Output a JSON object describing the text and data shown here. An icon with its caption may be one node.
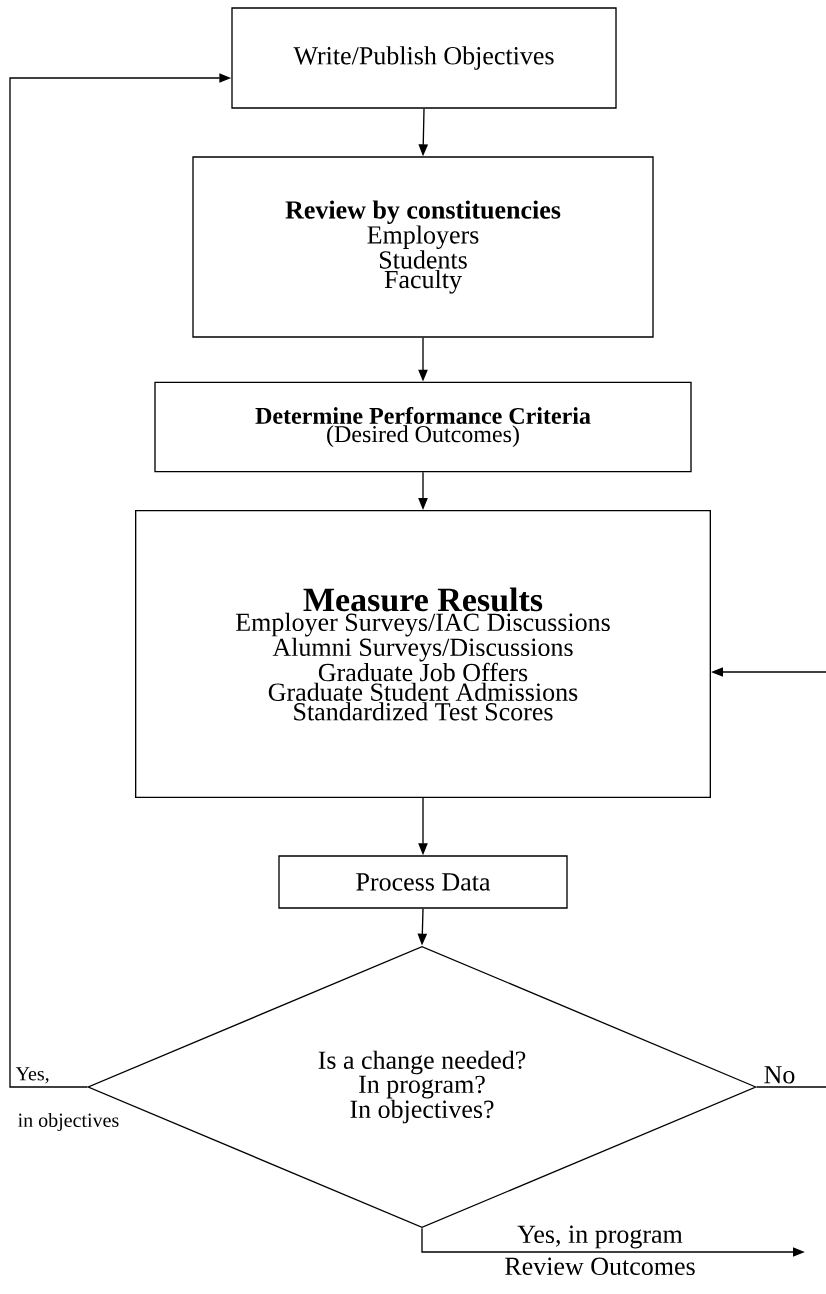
{
  "diagram": {
    "nodes": [
      {
        "text": [
          "Write/Publish Objectives"
        ]
      },
      {
        "text": [
          "Review by constituencies",
          "Employers",
          "Students",
          "Faculty"
        ]
      },
      {
        "text": [
          "Determine Performance Criteria",
          "(Desired Outcomes)"
        ]
      },
      {
        "text": [
          "Measure Results",
          "Employer Surveys/IAC Discussions",
          "Alumni Surveys/Discussions",
          "Graduate Job Offers",
          "Graduate Student Admissions",
          "Standardized Test Scores"
        ]
      },
      {
        "text": [
          "Process Data"
        ]
      },
      {
        "text": [
          "Is a change needed?",
          "In program?",
          "In objectives?"
        ]
      }
    ],
    "edges": [
      {
        "from": 0,
        "to": 1,
        "arrow": "to"
      },
      {
        "from": 1,
        "to": 2,
        "arrow": "to"
      },
      {
        "from": 2,
        "to": 3,
        "arrow": "to"
      },
      {
        "from": 3,
        "to": 4,
        "arrow": "to"
      },
      {
        "from": 4,
        "to": 5,
        "arrow": "to"
      },
      {
        "from": 5,
        "to": 0,
        "arrow": "to",
        "label": "Yes,"
      },
      {
        "from": 5,
        "to": null,
        "arrow": "none",
        "label": "No"
      },
      {
        "from": null,
        "to": 3,
        "arrow": "to"
      },
      {
        "from": 5,
        "to": null,
        "arrow": "to",
        "label": "Yes, in program"
      }
    ],
    "labels": [
      "in objectives",
      "Review Outcomes"
    ]
  }
}
